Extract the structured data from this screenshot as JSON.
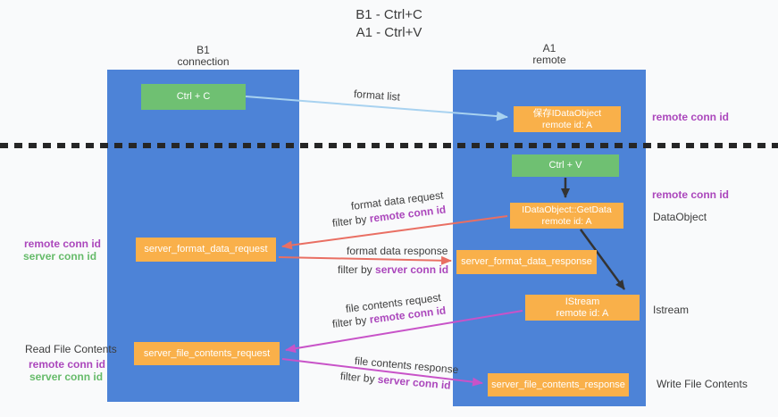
{
  "title": {
    "line1": "B1 - Ctrl+C",
    "line2": "A1 - Ctrl+V"
  },
  "lanes": {
    "left": {
      "title": "B1",
      "subtitle": "connection"
    },
    "right": {
      "title": "A1",
      "subtitle": "remote"
    }
  },
  "boxes": {
    "ctrl_c": {
      "label": "Ctrl + C"
    },
    "save_idataobject": {
      "line1": "保存IDataObject",
      "line2": "remote id: A"
    },
    "ctrl_v": {
      "label": "Ctrl + V"
    },
    "getdata": {
      "line1": "IDataObject::GetData",
      "line2": "remote id: A"
    },
    "server_format_data_request": {
      "label": "server_format_data_request"
    },
    "server_format_data_response": {
      "label": "server_format_data_response"
    },
    "istream": {
      "line1": "IStream",
      "line2": "remote id: A"
    },
    "server_file_contents_request": {
      "label": "server_file_contents_request"
    },
    "server_file_contents_response": {
      "label": "server_file_contents_response"
    }
  },
  "arrow_labels": {
    "format_list": "format list",
    "format_data_request": "format data request",
    "format_data_response": "format data response",
    "file_contents_request": "file contents request",
    "file_contents_response": "file contents response",
    "filter_by": "filter by ",
    "remote_conn_id": "remote conn id",
    "server_conn_id": "server conn id"
  },
  "side_labels": {
    "remote_conn_id_top_right": "remote conn id",
    "remote_conn_id_mid_right": "remote conn id",
    "dataobject": "DataObject",
    "istream": "Istream",
    "write_file_contents": "Write File Contents",
    "remote_conn_id_left_1": "remote conn id",
    "server_conn_id_left_1": "server conn id",
    "read_file_contents": "Read File Contents",
    "remote_conn_id_left_2": "remote conn id",
    "server_conn_id_left_2": "server conn id"
  },
  "colors": {
    "lane_blue": "#4d83d7",
    "box_green": "#6fc072",
    "box_orange": "#f9b04a",
    "text_purple": "#ab47bc",
    "text_green": "#66bb6a",
    "arrow_lightblue": "#a8d2f0",
    "arrow_salmon": "#e96f63",
    "arrow_magenta": "#c853c8",
    "arrow_black": "#333333",
    "divider_black": "#262626"
  }
}
